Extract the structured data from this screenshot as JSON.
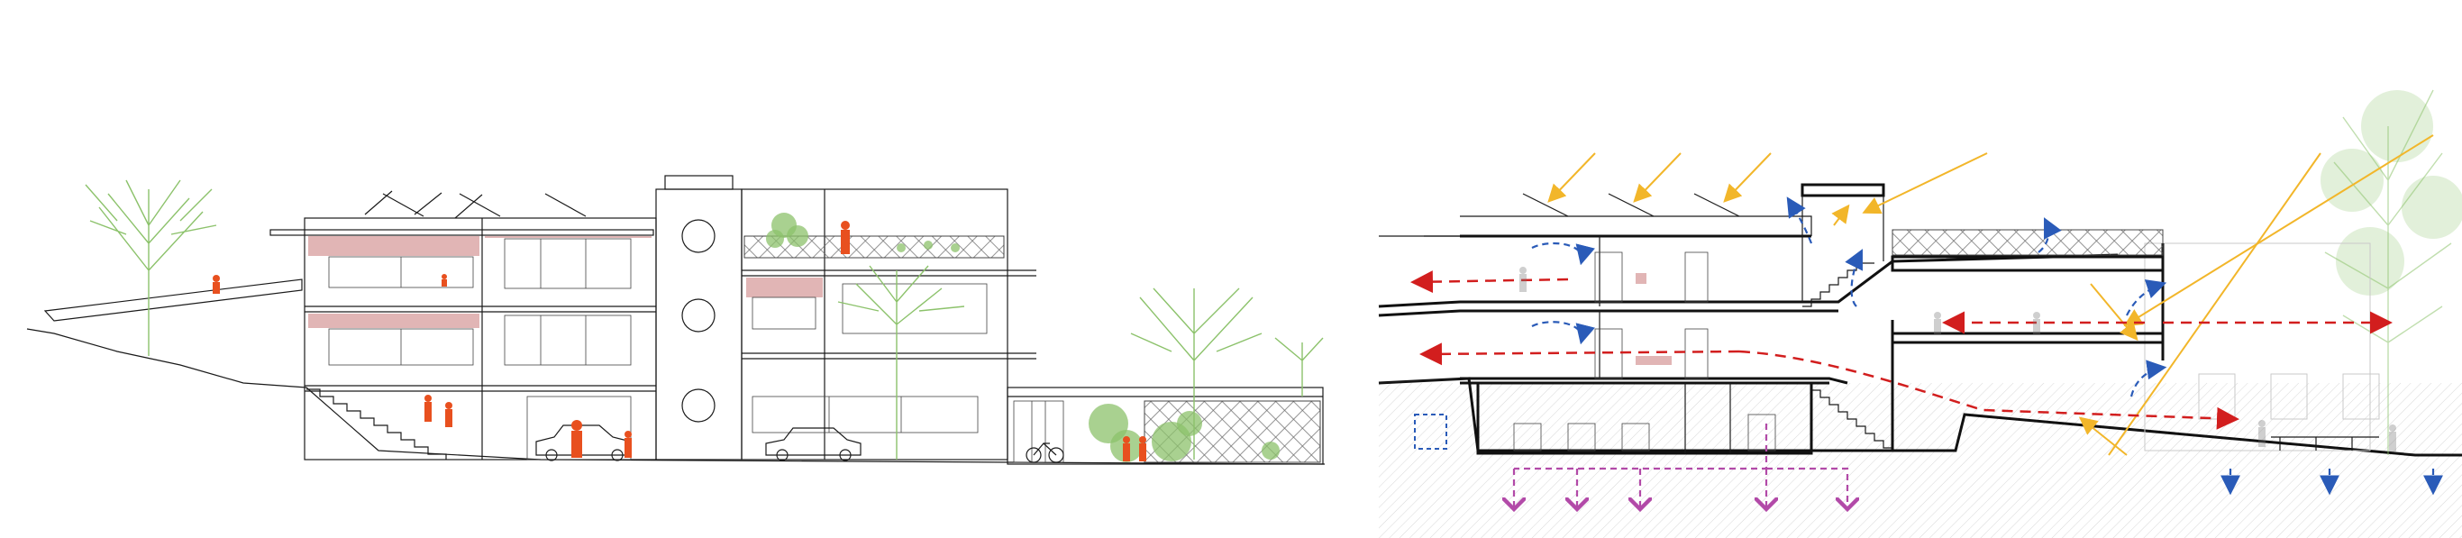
{
  "figure": {
    "panels": [
      "elevation",
      "ventilation-section"
    ],
    "colors": {
      "people": "#e8501f",
      "vegetation": "#8cc26b",
      "sun_rays": "#f2b62a",
      "cross_ventilation": "#d21e1e",
      "stack_ventilation": "#2a5bb8",
      "ground_cooling": "#b24aa8",
      "shading_bands": "#d9a3a3"
    },
    "icons": [
      "person-icon",
      "tree-icon",
      "car-icon",
      "bicycle-icon",
      "solar-panel-icon",
      "sun-ray-arrow",
      "airflow-arrow"
    ]
  }
}
